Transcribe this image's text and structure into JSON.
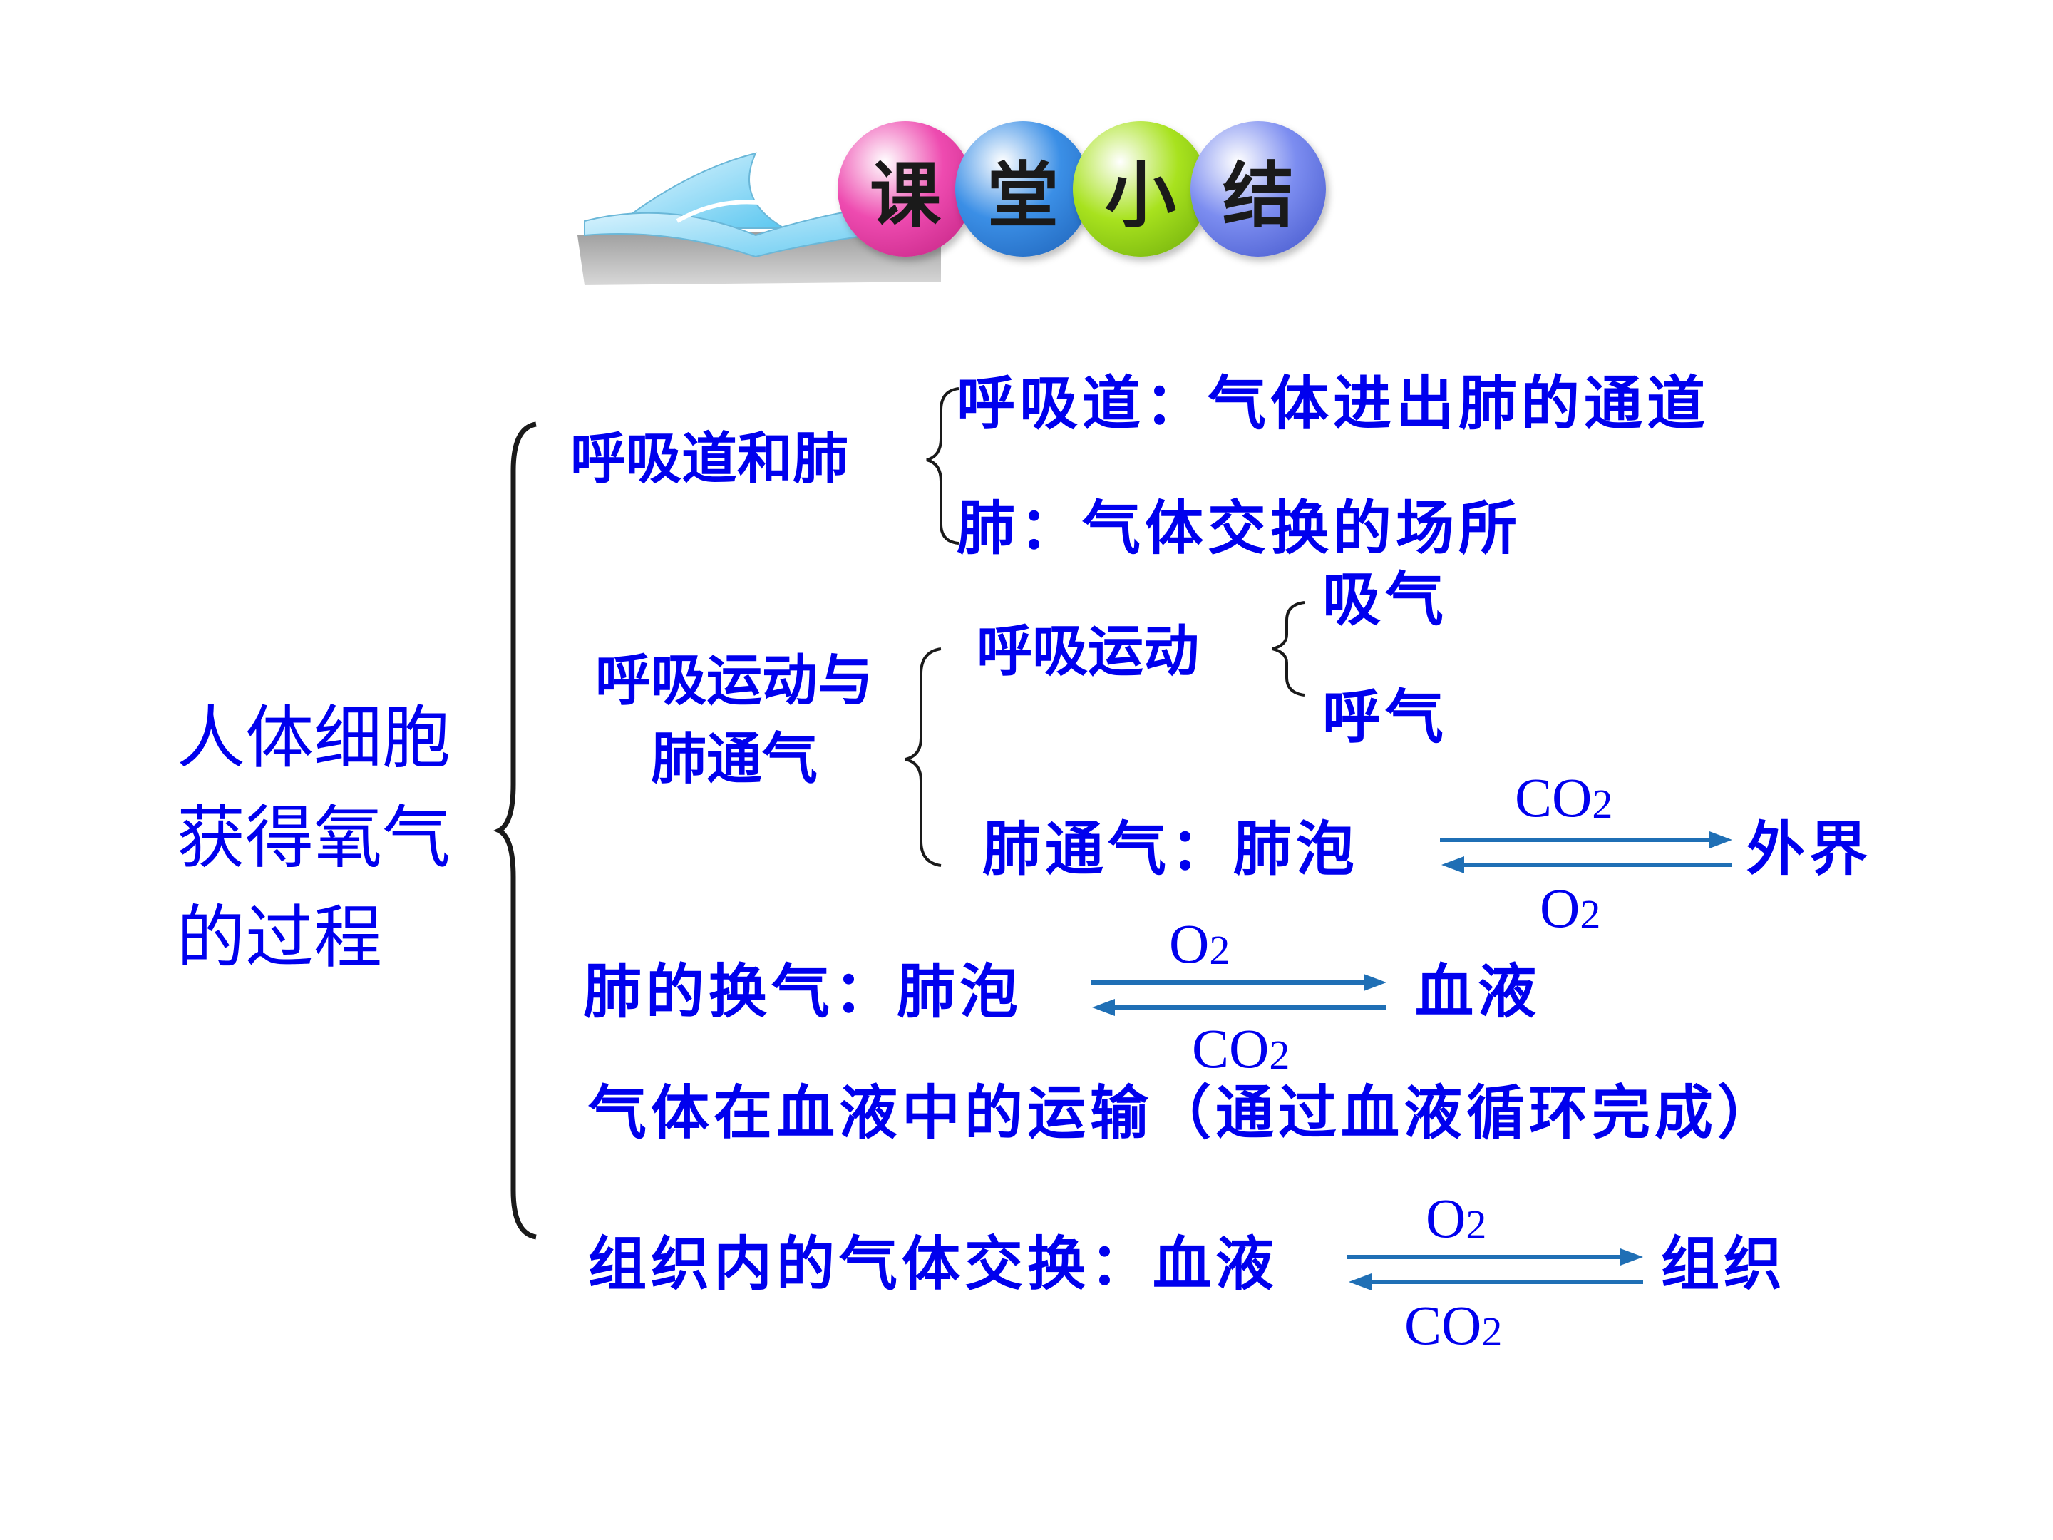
{
  "header": {
    "badge_chars": [
      "课",
      "堂",
      "小",
      "结"
    ],
    "badge_colors": [
      "#ee4bb0",
      "#3b8fe6",
      "#a8e21e",
      "#5a6fe0"
    ]
  },
  "diagram": {
    "root_lines": [
      "人体细胞",
      "获得氧气",
      "的过程"
    ],
    "airway": {
      "label": "呼吸道和肺",
      "items": [
        "呼吸道：气体进出肺的通道",
        "肺：气体交换的场所"
      ]
    },
    "movement": {
      "label_lines": [
        "呼吸运动与",
        "肺通气"
      ],
      "resp_label": "呼吸运动",
      "resp_items": [
        "吸气",
        "呼气"
      ],
      "ventilation": {
        "label": "肺通气：肺泡",
        "top": "CO",
        "bottom": "O",
        "sub": "2",
        "target": "外界"
      }
    },
    "lung_exchange": {
      "label": "肺的换气：肺泡",
      "top": "O",
      "bottom": "CO",
      "sub": "2",
      "target": "血液"
    },
    "transport": "气体在血液中的运输（通过血液循环完成）",
    "tissue_exchange": {
      "label": "组织内的气体交换：血液",
      "top": "O",
      "bottom": "CO",
      "sub": "2",
      "target": "组织"
    },
    "colors": {
      "text": "#0000ee",
      "arrow": "#1f6fb5",
      "brace": "#1a1a1a"
    }
  }
}
